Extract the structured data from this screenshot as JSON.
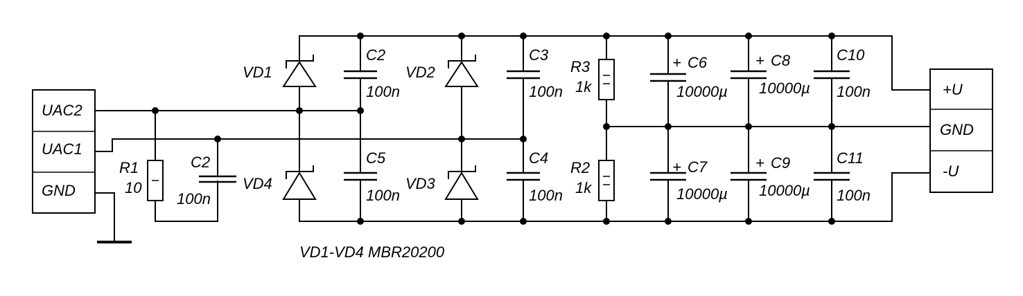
{
  "connector_left": {
    "pins": [
      "UAC2",
      "UAC1",
      "GND"
    ]
  },
  "connector_right": {
    "pins": [
      "+U",
      "GND",
      "-U"
    ]
  },
  "components": {
    "vd1": "VD1",
    "vd2": "VD2",
    "vd3": "VD3",
    "vd4": "VD4",
    "r1": {
      "ref": "R1",
      "value": "10"
    },
    "c2_input": {
      "ref": "C2",
      "value": "100n"
    },
    "c2": {
      "ref": "C2",
      "value": "100n"
    },
    "c5": {
      "ref": "C5",
      "value": "100n"
    },
    "c3": {
      "ref": "C3",
      "value": "100n"
    },
    "c4": {
      "ref": "C4",
      "value": "100n"
    },
    "r3": {
      "ref": "R3",
      "value": "1k"
    },
    "r2": {
      "ref": "R2",
      "value": "1k"
    },
    "c6": {
      "ref": "C6",
      "value": "10000µ"
    },
    "c7": {
      "ref": "C7",
      "value": "10000µ"
    },
    "c8": {
      "ref": "C8",
      "value": "10000µ"
    },
    "c9": {
      "ref": "C9",
      "value": "10000µ"
    },
    "c10": {
      "ref": "C10",
      "value": "100n"
    },
    "c11": {
      "ref": "C11",
      "value": "100n"
    }
  },
  "polarity_mark": "+",
  "footnote": "VD1-VD4 MBR20200"
}
